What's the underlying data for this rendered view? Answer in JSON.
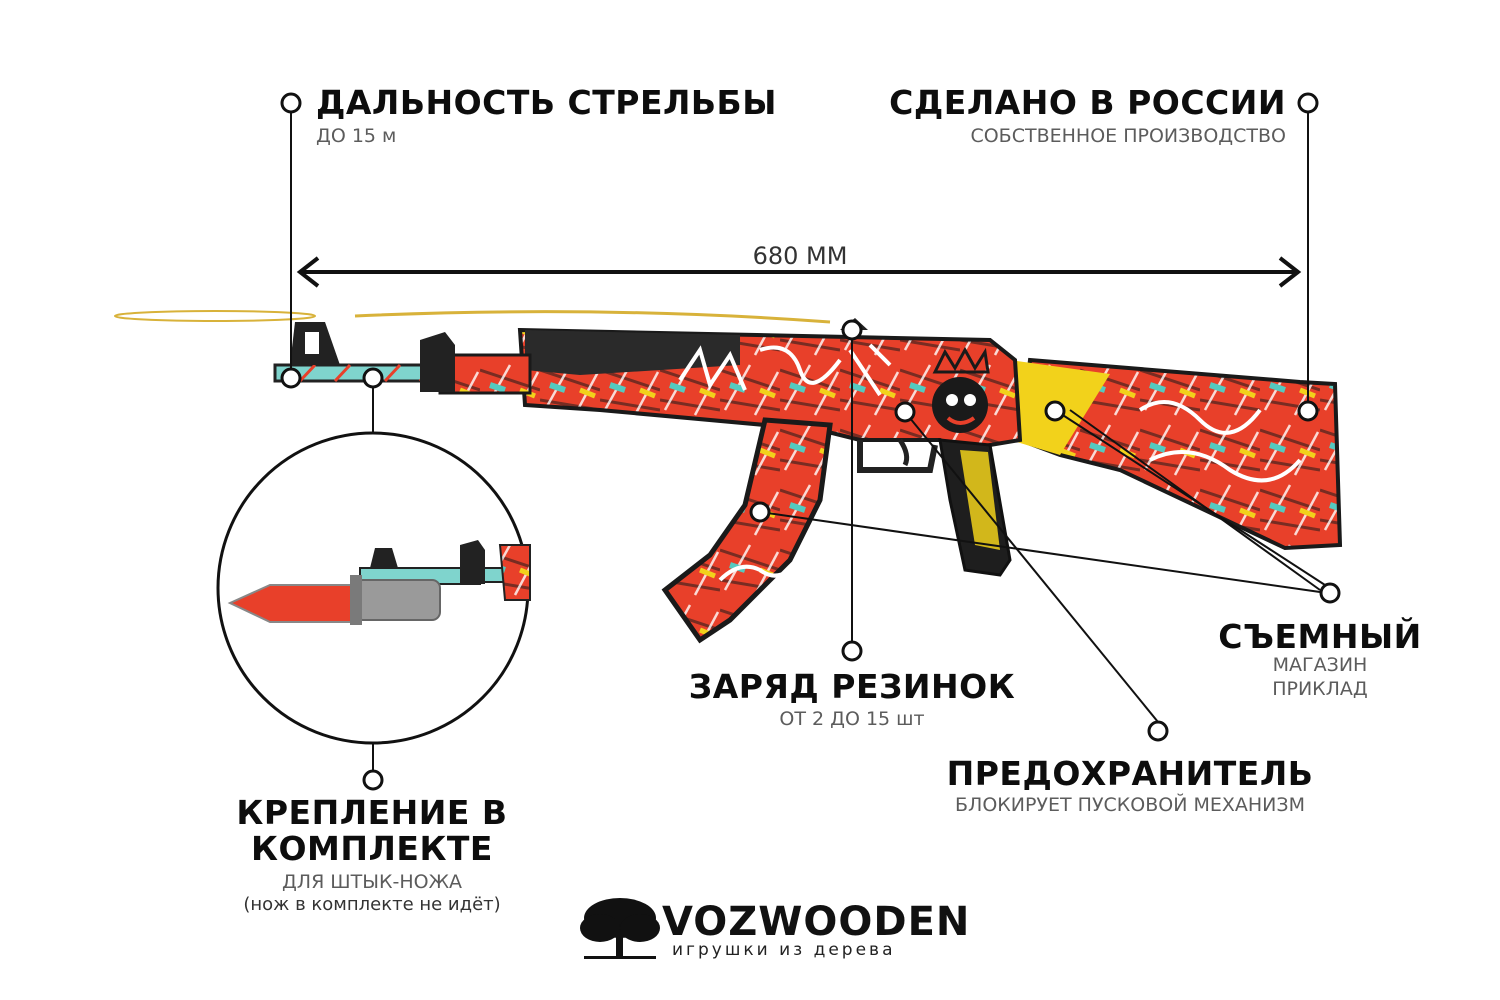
{
  "features": {
    "range": {
      "title": "ДАЛЬНОСТЬ СТРЕЛЬБЫ",
      "sub": "ДО 15 м"
    },
    "made": {
      "title": "СДЕЛАНО В РОССИИ",
      "sub": "СОБСТВЕННОЕ ПРОИЗВОДСТВО"
    },
    "length": "680 ММ",
    "removable": {
      "title": "СЪЕМНЫЙ",
      "line1": "МАГАЗИН",
      "line2": "ПРИКЛАД"
    },
    "charge": {
      "title": "ЗАРЯД РЕЗИНОК",
      "sub": "ОТ 2 ДО 15 шт"
    },
    "safety": {
      "title": "ПРЕДОХРАНИТЕЛЬ",
      "sub": "БЛОКИРУЕТ ПУСКОВОЙ МЕХАНИЗМ"
    },
    "mount": {
      "title1": "КРЕПЛЕНИЕ В",
      "title2": "КОМПЛЕКТЕ",
      "sub": "ДЛЯ ШТЫК-НОЖА",
      "note": "(нож в комплекте не идёт)"
    }
  },
  "brand": {
    "name": "VOZWOODEN",
    "tagline": "игрушки из дерева",
    "icon": "tree-icon"
  },
  "colors": {
    "line": "#111111",
    "rubber_band": "#d8b23a",
    "accent_red": "#e8402a",
    "accent_yellow": "#f2d21b",
    "accent_teal": "#55c9c0"
  }
}
